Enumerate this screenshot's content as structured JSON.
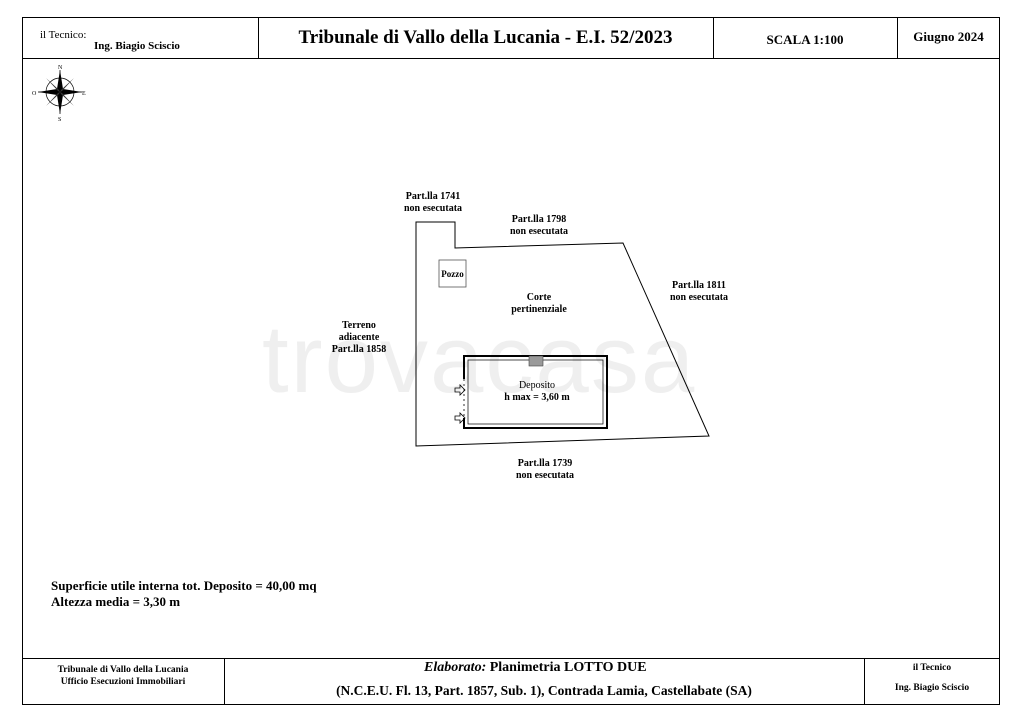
{
  "header": {
    "technician_label": "il Tecnico:",
    "technician_name": "Ing. Biagio Sciscio",
    "title": "Tribunale di Vallo della Lucania - E.I. 52/2023",
    "scale": "SCALA 1:100",
    "date": "Giugno 2024"
  },
  "compass": {
    "n": "N",
    "s": "S",
    "e": "E",
    "o": "O"
  },
  "plan": {
    "part_1741": [
      "Part.lla 1741",
      "non esecutata"
    ],
    "part_1798": [
      "Part.lla 1798",
      "non esecutata"
    ],
    "part_1811": [
      "Part.lla 1811",
      "non esecutata"
    ],
    "part_1739": [
      "Part.lla 1739",
      "non esecutata"
    ],
    "terreno": [
      "Terreno",
      "adiacente",
      "Part.lla 1858"
    ],
    "pozzo": "Pozzo",
    "corte": [
      "Corte",
      "pertinenziale"
    ],
    "deposito": [
      "Deposito",
      "h max = 3,60 m"
    ]
  },
  "watermark": "trovacasa",
  "summary": {
    "line1": "Superficie utile interna tot. Deposito = 40,00 mq",
    "line2": "Altezza media = 3,30 m"
  },
  "footer": {
    "office_line1": "Tribunale di Vallo della Lucania",
    "office_line2": "Ufficio Esecuzioni Immobiliari",
    "elaborato_label": "Elaborato:",
    "elaborato_value": "Planimetria LOTTO DUE",
    "reference": "(N.C.E.U. Fl. 13, Part. 1857, Sub. 1), Contrada Lamia, Castellabate (SA)",
    "tech_label": "il Tecnico",
    "tech_name": "Ing. Biagio Sciscio"
  }
}
